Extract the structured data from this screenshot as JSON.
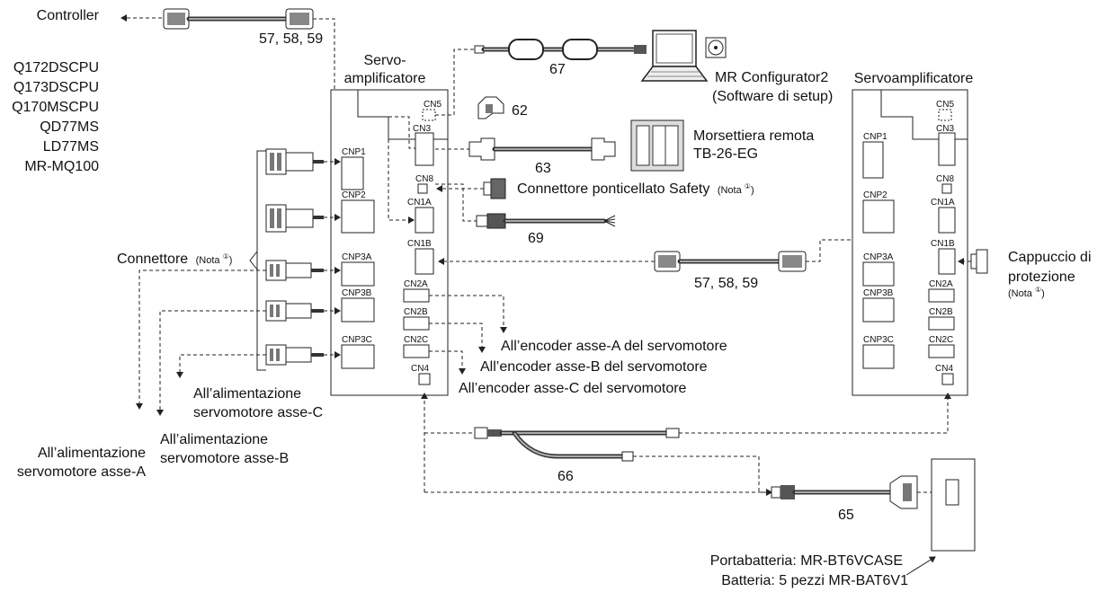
{
  "controller": {
    "title": "Controller",
    "models": [
      "Q172DSCPU",
      "Q173DSCPU",
      "Q170MSCPU",
      "QD77MS",
      "LD77MS",
      "MR-MQ100"
    ]
  },
  "amp1": {
    "title_line1": "Servo-",
    "title_line2": "amplificatore",
    "connectors": {
      "cnp1": "CNP1",
      "cnp2": "CNP2",
      "cnp3a": "CNP3A",
      "cnp3b": "CNP3B",
      "cnp3c": "CNP3C",
      "cn5": "CN5",
      "cn3": "CN3",
      "cn8": "CN8",
      "cn1a": "CN1A",
      "cn1b": "CN1B",
      "cn2a": "CN2A",
      "cn2b": "CN2B",
      "cn2c": "CN2C",
      "cn4": "CN4"
    }
  },
  "amp2": {
    "title": "Servoamplificatore",
    "connectors": {
      "cnp1": "CNP1",
      "cnp2": "CNP2",
      "cnp3a": "CNP3A",
      "cnp3b": "CNP3B",
      "cnp3c": "CNP3C",
      "cn5": "CN5",
      "cn3": "CN3",
      "cn8": "CN8",
      "cn1a": "CN1A",
      "cn1b": "CN1B",
      "cn2a": "CN2A",
      "cn2b": "CN2B",
      "cn2c": "CN2C",
      "cn4": "CN4"
    }
  },
  "cable_numbers": {
    "top_controller": "57, 58, 59",
    "usb": "67",
    "cn5_plug": "62",
    "terminal_cable": "63",
    "cn1a_cable": "69",
    "amp_link": "57, 58, 59",
    "battery_branch": "66",
    "battery_cable": "65"
  },
  "labels": {
    "configurator_line1": "MR Configurator2",
    "configurator_line2": "(Software di setup)",
    "terminal_line1": "Morsettiera remota",
    "terminal_line2": "TB-26-EG",
    "safety": "Connettore ponticellato Safety",
    "nota": "(Nota ",
    "nota_mark": "①",
    "nota_close": ")",
    "connettore": "Connettore",
    "cap_line1": "Cappuccio di",
    "cap_line2": "protezione",
    "encoder_a": "All’encoder asse-A del servomotore",
    "encoder_b": "All’encoder asse-B del servomotore",
    "encoder_c": "All’encoder asse-C del servomotore",
    "power_c_line1": "All’alimentazione",
    "power_c_line2": "servomotore asse-C",
    "power_b_line1": "All’alimentazione",
    "power_b_line2": "servomotore asse-B",
    "power_a_line1": "All’alimentazione",
    "power_a_line2": "servomotore asse-A",
    "battery_case": "Portabatteria: MR-BT6VCASE",
    "battery": "Batteria: 5 pezzi MR-BAT6V1"
  }
}
